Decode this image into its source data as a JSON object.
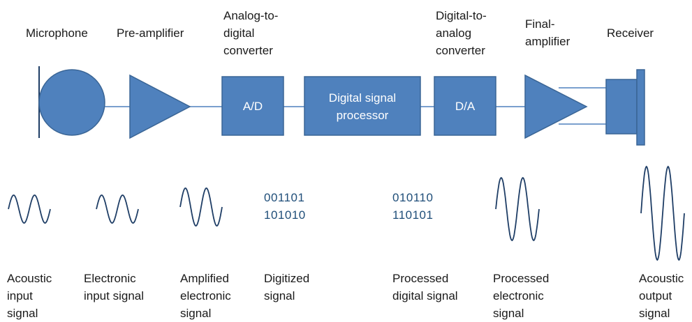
{
  "stages": [
    {
      "title": "Microphone"
    },
    {
      "title": "Pre-amplifier"
    },
    {
      "title": "Analog-to-\ndigital\nconverter",
      "box_label": "A/D"
    },
    {
      "box_label": "Digital signal\nprocessor"
    },
    {
      "title": "Digital-to-\nanalog\nconverter",
      "box_label": "D/A"
    },
    {
      "title": "Final-\namplifier"
    },
    {
      "title": "Receiver"
    }
  ],
  "signals": [
    {
      "caption": "Acoustic\ninput\nsignal"
    },
    {
      "caption": "Electronic\ninput signal"
    },
    {
      "caption": "Amplified\nelectronic\nsignal"
    },
    {
      "caption": "Digitized\nsignal",
      "bits": "001101\n101010"
    },
    {
      "caption": "Processed\ndigital signal",
      "bits": "010110\n110101"
    },
    {
      "caption": "Processed\nelectronic\nsignal"
    },
    {
      "caption": "Acoustic\noutput\nsignal"
    }
  ],
  "colors": {
    "fill": "#4f81bd",
    "stroke": "#3a6595",
    "line": "#4f81bd",
    "wave": "#1f3e66",
    "bits": "#1f4e79"
  }
}
